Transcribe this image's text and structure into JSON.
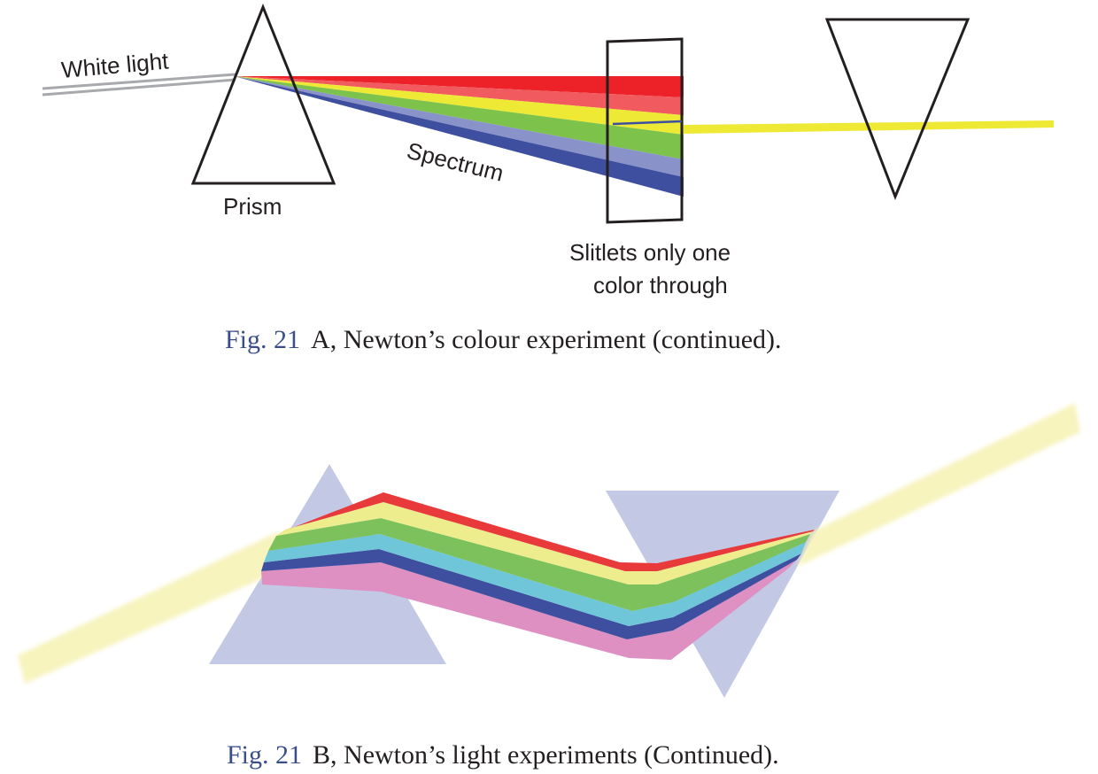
{
  "figure_a": {
    "labels": {
      "white_light": "White light",
      "prism": "Prism",
      "spectrum": "Spectrum",
      "slitlets_line1": "Slitlets only one",
      "slitlets_line2": "color through"
    },
    "caption": {
      "number": "Fig. 21",
      "text": "A, Newton’s colour experiment (continued)."
    },
    "colors": {
      "red": "#ec2228",
      "light_red": "#f15a5e",
      "yellow": "#eee934",
      "green": "#7dc24b",
      "lavender": "#8a93c9",
      "blue": "#3e4f9f",
      "gray_beam": "#a7a9ac",
      "outline": "#231f20"
    }
  },
  "figure_b": {
    "caption": {
      "number": "Fig. 21",
      "text": "B, Newton’s light experiments (Continued)."
    },
    "colors": {
      "pale_yellow_beam": "#f7f3b8",
      "prism_fill": "#c3c8e5",
      "red": "#e8393b",
      "light_yellow": "#eded8e",
      "green": "#7dc15c",
      "cyan": "#6ec6d8",
      "blue": "#3e4f9f",
      "pink": "#de90c2"
    }
  }
}
